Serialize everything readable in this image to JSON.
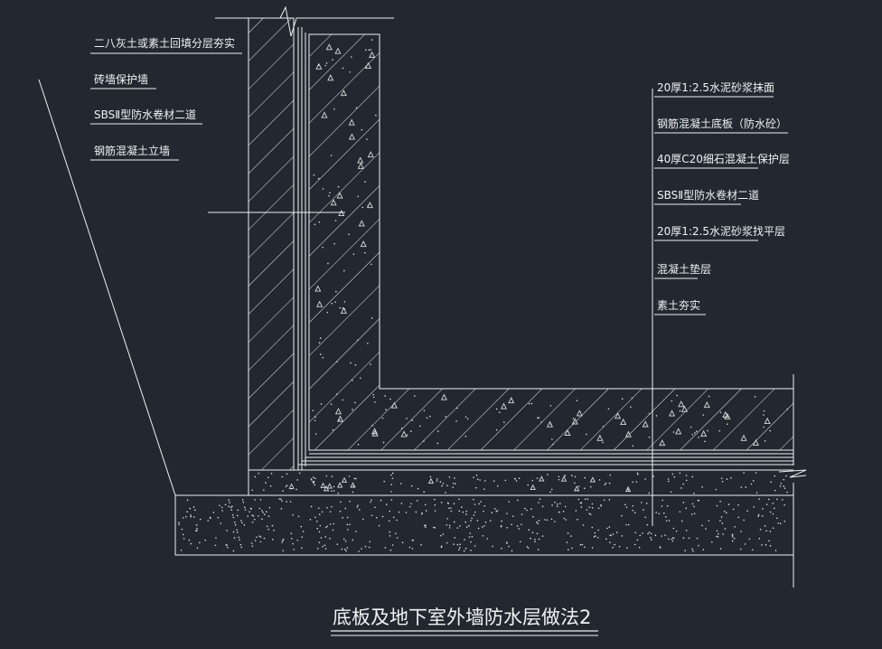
{
  "title": "底板及地下室外墙防水层做法2",
  "left_labels": [
    "二八灰土或素土回填分层夯实",
    "砖墙保护墙",
    "SBSⅡ型防水卷材二道",
    "钢筋混凝土立墙"
  ],
  "right_labels": [
    "20厚1:2.5水泥砂浆抹面",
    "钢筋混凝土底板（防水砼）",
    "40厚C20细石混凝土保护层",
    "SBSⅡ型防水卷材二道",
    "20厚1:2.5水泥砂浆找平层",
    "混凝土垫层",
    "素土夯实"
  ],
  "colors": {
    "background": "#212830",
    "line": "#f0f0f0"
  }
}
